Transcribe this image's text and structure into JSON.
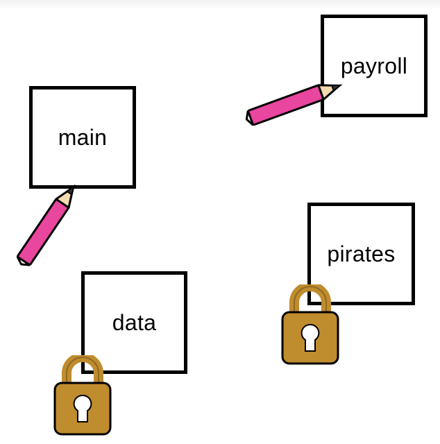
{
  "branches": [
    {
      "id": "main",
      "label": "main",
      "status": "editable"
    },
    {
      "id": "payroll",
      "label": "payroll",
      "status": "editable"
    },
    {
      "id": "data",
      "label": "data",
      "status": "locked"
    },
    {
      "id": "pirates",
      "label": "pirates",
      "status": "locked"
    }
  ],
  "icons": {
    "editable": "pencil-icon",
    "locked": "padlock-icon"
  },
  "colors": {
    "pencil_body": "#e8469f",
    "pencil_wood": "#f5dcb0",
    "pencil_tip": "#333333",
    "padlock_body": "#bf8c2e",
    "padlock_dark": "#6b4a12",
    "box_border": "#000000",
    "background": "#ffffff"
  }
}
